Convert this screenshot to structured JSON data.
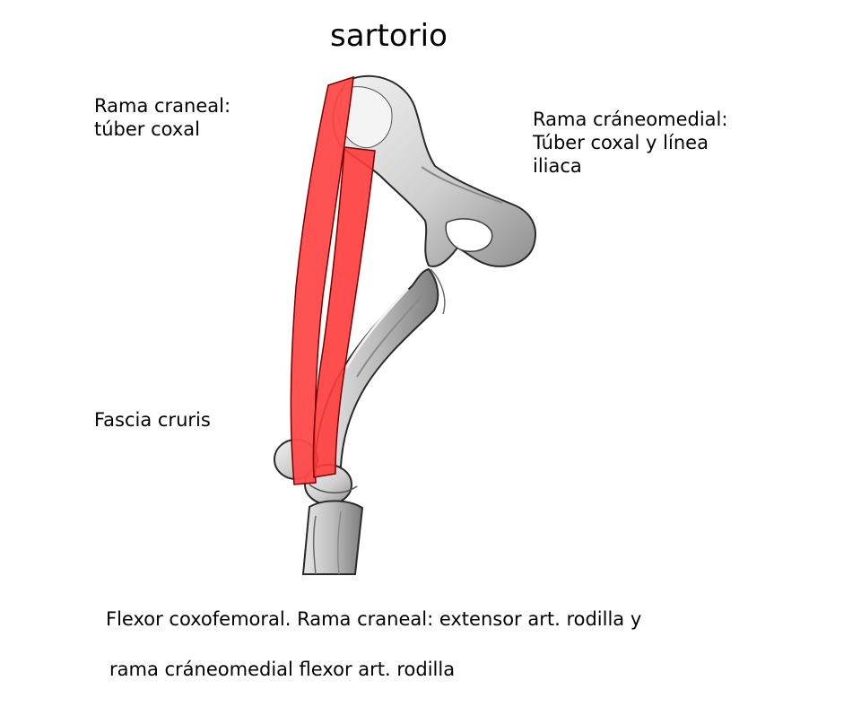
{
  "title": "sartorio",
  "labels": {
    "cranial": "Rama craneal:\ntúber coxal",
    "craniomedial": "Rama cráneomedial:\nTúber coxal y línea\niliaca",
    "fascia": "Fascia cruris"
  },
  "caption": {
    "line1": "Flexor coxofemoral. Rama craneal: extensor art. rodilla y",
    "line2": "rama cráneomedial flexor art. rodilla"
  },
  "colors": {
    "muscle": "#ff4a4a",
    "bone": "#cfcfcf",
    "bone_shadow": "#9a9a9a",
    "outline": "#2a2a2a"
  }
}
